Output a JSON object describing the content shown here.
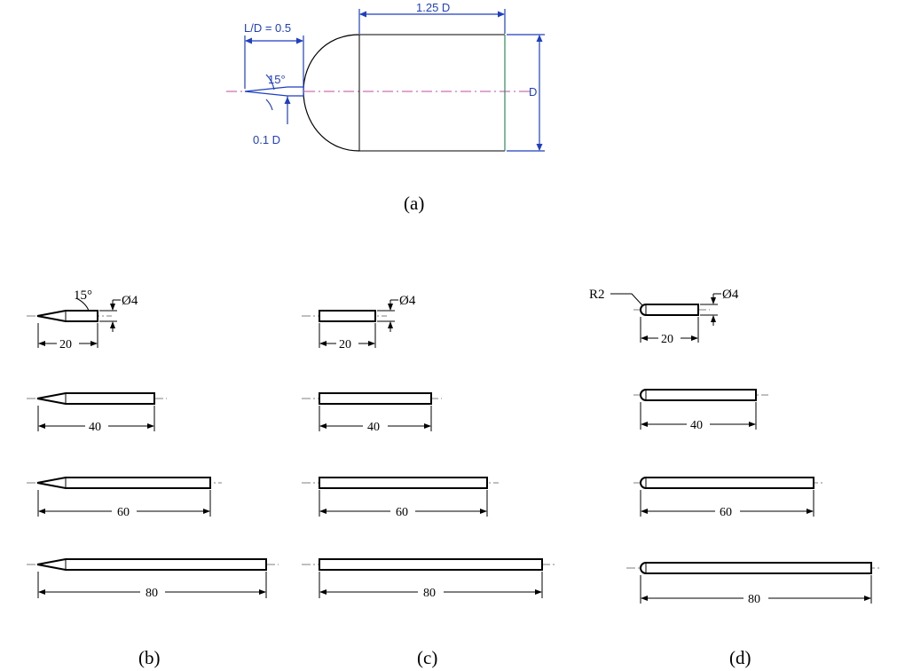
{
  "panel_a": {
    "caption": "(a)",
    "ld_label": "L/D = 0.5",
    "length_label": "1.25 D",
    "diameter_label": "D",
    "angle_label": "15°",
    "tip_label": "0.1 D"
  },
  "panel_b": {
    "caption": "(b)",
    "angle_label": "15°",
    "dia_label": "Ø4",
    "lengths": [
      "20",
      "40",
      "60",
      "80"
    ]
  },
  "panel_c": {
    "caption": "(c)",
    "dia_label": "Ø4",
    "lengths": [
      "20",
      "40",
      "60",
      "80"
    ]
  },
  "panel_d": {
    "caption": "(d)",
    "radius_label": "R2",
    "dia_label": "Ø4",
    "lengths": [
      "20",
      "40",
      "60",
      "80"
    ]
  },
  "colors": {
    "dimension_blue": "#1f3fbf",
    "centerline_pink": "#c04aa0",
    "body_green_edge": "#2e8b57"
  }
}
